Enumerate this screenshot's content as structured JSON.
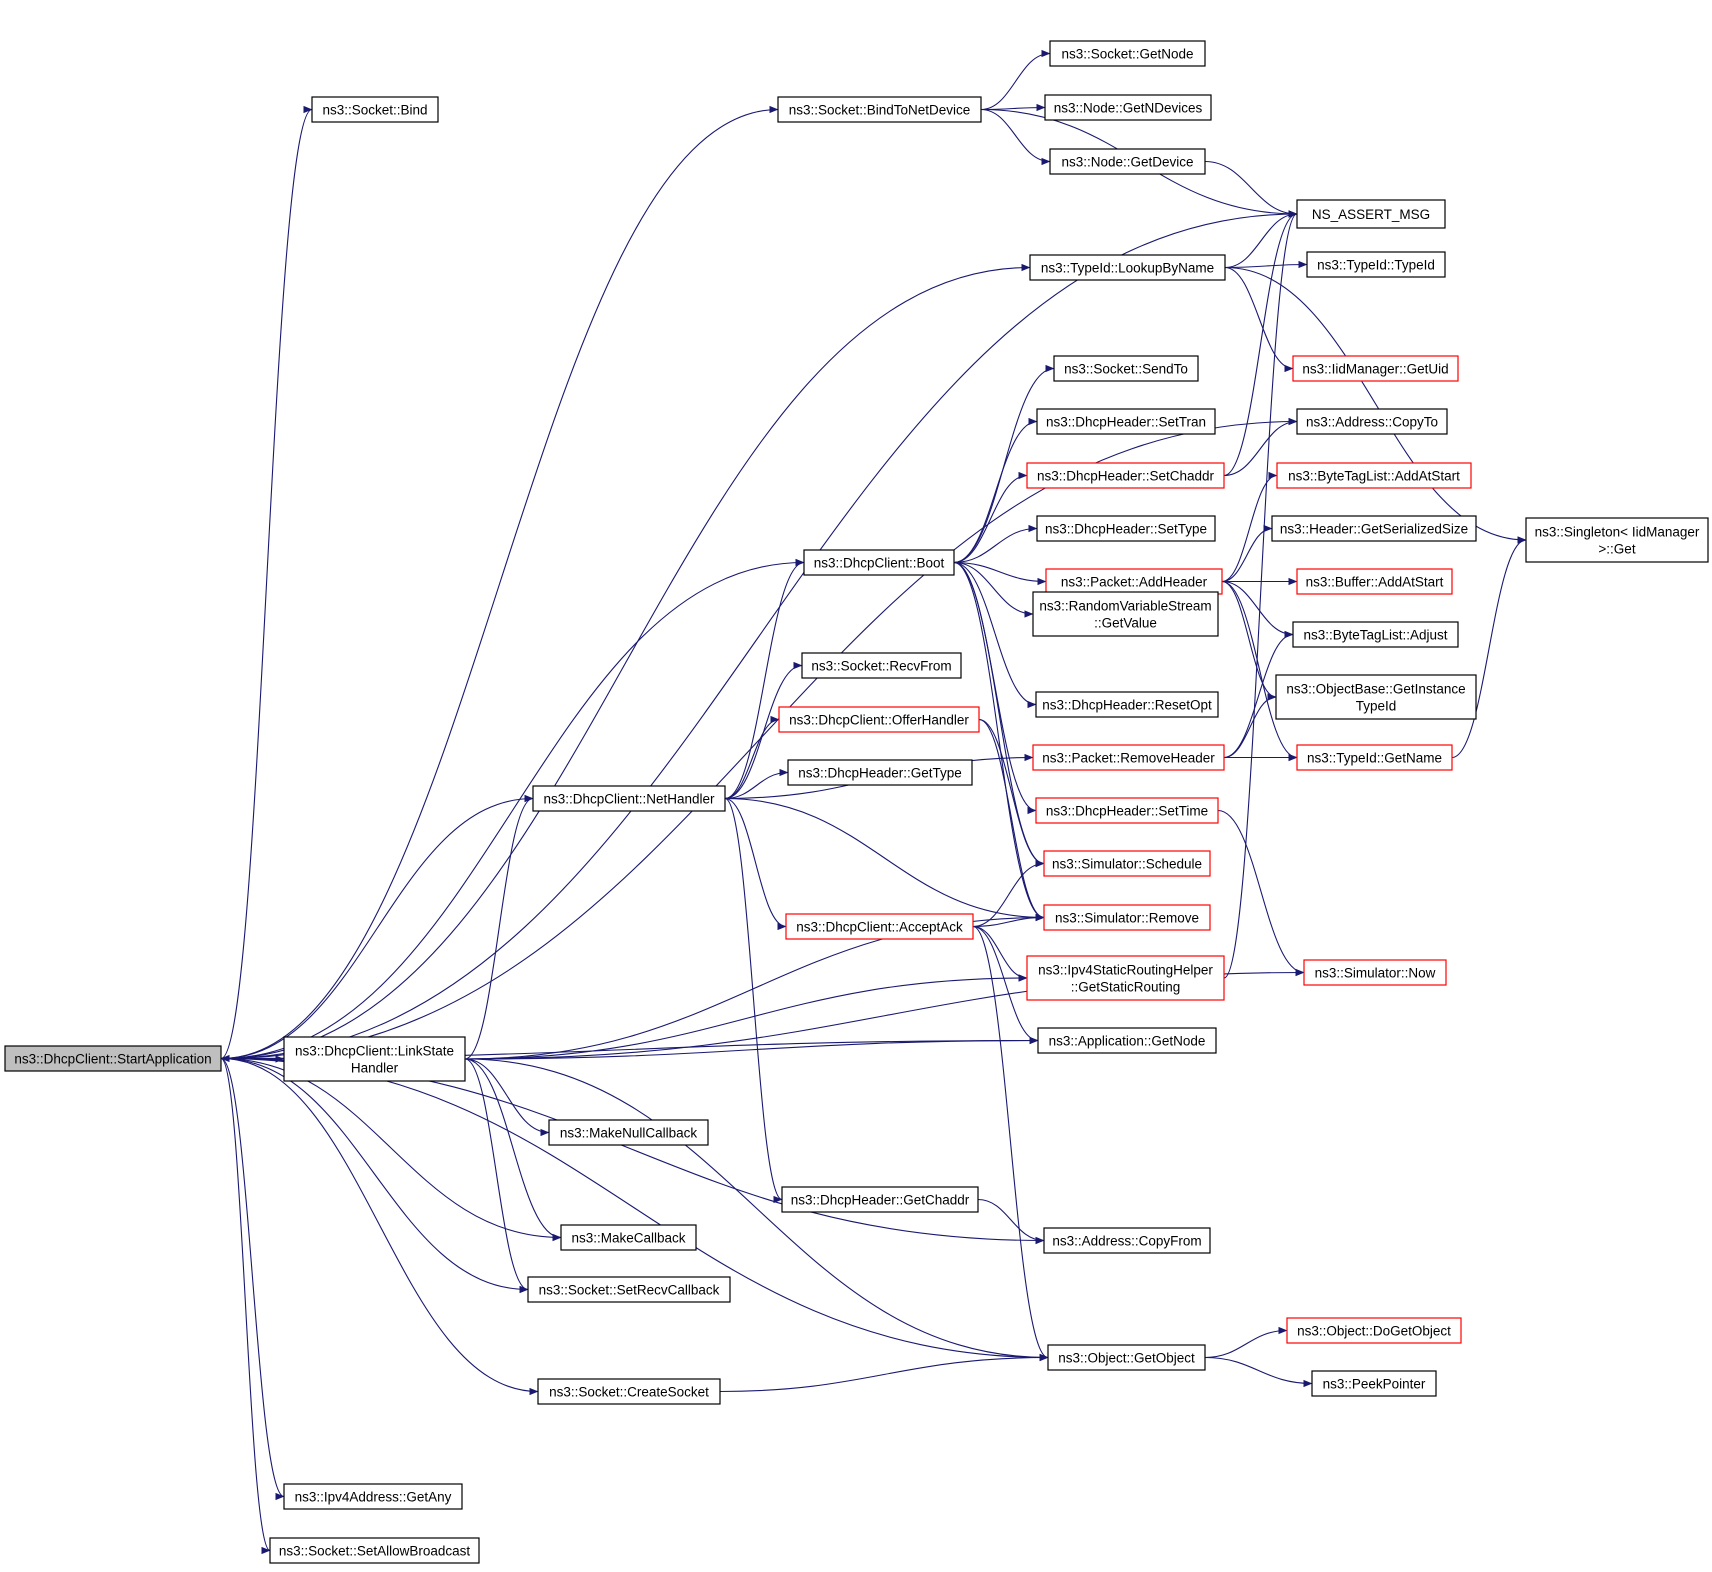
{
  "colors": {
    "edge": "#191970",
    "border_normal": "#000000",
    "border_truncated": "#ff0000",
    "root_fill": "#bfbfbf",
    "node_fill": "#ffffff"
  },
  "nodes": [
    {
      "id": "start",
      "lines": [
        "ns3::DhcpClient::StartApplication"
      ],
      "style": "root"
    },
    {
      "id": "bind",
      "lines": [
        "ns3::Socket::Bind"
      ],
      "style": "normal"
    },
    {
      "id": "bindToNetDevice",
      "lines": [
        "ns3::Socket::BindToNetDevice"
      ],
      "style": "normal"
    },
    {
      "id": "sockGetNode",
      "lines": [
        "ns3::Socket::GetNode"
      ],
      "style": "normal"
    },
    {
      "id": "nodeGetNDevices",
      "lines": [
        "ns3::Node::GetNDevices"
      ],
      "style": "normal"
    },
    {
      "id": "nodeGetDevice",
      "lines": [
        "ns3::Node::GetDevice"
      ],
      "style": "normal"
    },
    {
      "id": "assert",
      "lines": [
        "NS_ASSERT_MSG"
      ],
      "style": "normal"
    },
    {
      "id": "lookupByName",
      "lines": [
        "ns3::TypeId::LookupByName"
      ],
      "style": "normal"
    },
    {
      "id": "typeIdCtor",
      "lines": [
        "ns3::TypeId::TypeId"
      ],
      "style": "normal"
    },
    {
      "id": "getUid",
      "lines": [
        "ns3::IidManager::GetUid"
      ],
      "style": "truncated"
    },
    {
      "id": "addrCopyTo",
      "lines": [
        "ns3::Address::CopyTo"
      ],
      "style": "normal"
    },
    {
      "id": "singletonGet",
      "lines": [
        "ns3::Singleton< IidManager",
        ">::Get"
      ],
      "style": "normal"
    },
    {
      "id": "sendTo",
      "lines": [
        "ns3::Socket::SendTo"
      ],
      "style": "normal"
    },
    {
      "id": "setTran",
      "lines": [
        "ns3::DhcpHeader::SetTran"
      ],
      "style": "normal"
    },
    {
      "id": "setChaddr",
      "lines": [
        "ns3::DhcpHeader::SetChaddr"
      ],
      "style": "truncated"
    },
    {
      "id": "setType",
      "lines": [
        "ns3::DhcpHeader::SetType"
      ],
      "style": "normal"
    },
    {
      "id": "boot",
      "lines": [
        "ns3::DhcpClient::Boot"
      ],
      "style": "normal"
    },
    {
      "id": "addHeader",
      "lines": [
        "ns3::Packet::AddHeader"
      ],
      "style": "truncated"
    },
    {
      "id": "btlAddAtStart",
      "lines": [
        "ns3::ByteTagList::AddAtStart"
      ],
      "style": "truncated"
    },
    {
      "id": "getSerializedSize",
      "lines": [
        "ns3::Header::GetSerializedSize"
      ],
      "style": "normal"
    },
    {
      "id": "bufAddAtStart",
      "lines": [
        "ns3::Buffer::AddAtStart"
      ],
      "style": "truncated"
    },
    {
      "id": "btlAdjust",
      "lines": [
        "ns3::ByteTagList::Adjust"
      ],
      "style": "normal"
    },
    {
      "id": "rvsGetValue",
      "lines": [
        "ns3::RandomVariableStream",
        "::GetValue"
      ],
      "style": "normal"
    },
    {
      "id": "getInstanceTypeId",
      "lines": [
        "ns3::ObjectBase::GetInstance",
        "TypeId"
      ],
      "style": "normal"
    },
    {
      "id": "recvFrom",
      "lines": [
        "ns3::Socket::RecvFrom"
      ],
      "style": "normal"
    },
    {
      "id": "resetOpt",
      "lines": [
        "ns3::DhcpHeader::ResetOpt"
      ],
      "style": "normal"
    },
    {
      "id": "offerHandler",
      "lines": [
        "ns3::DhcpClient::OfferHandler"
      ],
      "style": "truncated"
    },
    {
      "id": "removeHeader",
      "lines": [
        "ns3::Packet::RemoveHeader"
      ],
      "style": "truncated"
    },
    {
      "id": "typeIdGetName",
      "lines": [
        "ns3::TypeId::GetName"
      ],
      "style": "truncated"
    },
    {
      "id": "getType",
      "lines": [
        "ns3::DhcpHeader::GetType"
      ],
      "style": "normal"
    },
    {
      "id": "netHandler",
      "lines": [
        "ns3::DhcpClient::NetHandler"
      ],
      "style": "normal"
    },
    {
      "id": "setTime",
      "lines": [
        "ns3::DhcpHeader::SetTime"
      ],
      "style": "truncated"
    },
    {
      "id": "schedule",
      "lines": [
        "ns3::Simulator::Schedule"
      ],
      "style": "truncated"
    },
    {
      "id": "acceptAck",
      "lines": [
        "ns3::DhcpClient::AcceptAck"
      ],
      "style": "truncated"
    },
    {
      "id": "simRemove",
      "lines": [
        "ns3::Simulator::Remove"
      ],
      "style": "truncated"
    },
    {
      "id": "getStaticRouting",
      "lines": [
        "ns3::Ipv4StaticRoutingHelper",
        "::GetStaticRouting"
      ],
      "style": "truncated"
    },
    {
      "id": "simNow",
      "lines": [
        "ns3::Simulator::Now"
      ],
      "style": "truncated"
    },
    {
      "id": "appGetNode",
      "lines": [
        "ns3::Application::GetNode"
      ],
      "style": "normal"
    },
    {
      "id": "linkState",
      "lines": [
        "ns3::DhcpClient::LinkState",
        "Handler"
      ],
      "style": "normal"
    },
    {
      "id": "makeNullCallback",
      "lines": [
        "ns3::MakeNullCallback"
      ],
      "style": "normal"
    },
    {
      "id": "getChaddr",
      "lines": [
        "ns3::DhcpHeader::GetChaddr"
      ],
      "style": "normal"
    },
    {
      "id": "makeCallback",
      "lines": [
        "ns3::MakeCallback"
      ],
      "style": "normal"
    },
    {
      "id": "addrCopyFrom",
      "lines": [
        "ns3::Address::CopyFrom"
      ],
      "style": "normal"
    },
    {
      "id": "setRecvCallback",
      "lines": [
        "ns3::Socket::SetRecvCallback"
      ],
      "style": "normal"
    },
    {
      "id": "doGetObject",
      "lines": [
        "ns3::Object::DoGetObject"
      ],
      "style": "truncated"
    },
    {
      "id": "getObject",
      "lines": [
        "ns3::Object::GetObject"
      ],
      "style": "normal"
    },
    {
      "id": "peekPointer",
      "lines": [
        "ns3::PeekPointer"
      ],
      "style": "normal"
    },
    {
      "id": "createSocket",
      "lines": [
        "ns3::Socket::CreateSocket"
      ],
      "style": "normal"
    },
    {
      "id": "getAny",
      "lines": [
        "ns3::Ipv4Address::GetAny"
      ],
      "style": "normal"
    },
    {
      "id": "setAllowBroadcast",
      "lines": [
        "ns3::Socket::SetAllowBroadcast"
      ],
      "style": "normal"
    }
  ],
  "edges": [
    [
      "start",
      "bind"
    ],
    [
      "start",
      "bindToNetDevice"
    ],
    [
      "start",
      "assert"
    ],
    [
      "start",
      "lookupByName"
    ],
    [
      "start",
      "addrCopyTo"
    ],
    [
      "start",
      "boot"
    ],
    [
      "start",
      "netHandler"
    ],
    [
      "start",
      "appGetNode"
    ],
    [
      "start",
      "linkState"
    ],
    [
      "start",
      "makeCallback"
    ],
    [
      "start",
      "setRecvCallback"
    ],
    [
      "start",
      "addrCopyFrom"
    ],
    [
      "start",
      "createSocket"
    ],
    [
      "start",
      "getObject"
    ],
    [
      "start",
      "getAny"
    ],
    [
      "start",
      "setAllowBroadcast"
    ],
    [
      "bindToNetDevice",
      "sockGetNode"
    ],
    [
      "bindToNetDevice",
      "nodeGetNDevices"
    ],
    [
      "bindToNetDevice",
      "nodeGetDevice"
    ],
    [
      "bindToNetDevice",
      "assert"
    ],
    [
      "nodeGetDevice",
      "assert"
    ],
    [
      "lookupByName",
      "assert"
    ],
    [
      "lookupByName",
      "typeIdCtor"
    ],
    [
      "lookupByName",
      "getUid"
    ],
    [
      "lookupByName",
      "singletonGet"
    ],
    [
      "boot",
      "sendTo"
    ],
    [
      "boot",
      "setTran"
    ],
    [
      "boot",
      "setChaddr"
    ],
    [
      "boot",
      "setType"
    ],
    [
      "boot",
      "addHeader"
    ],
    [
      "boot",
      "rvsGetValue"
    ],
    [
      "boot",
      "resetOpt"
    ],
    [
      "boot",
      "setTime"
    ],
    [
      "boot",
      "schedule"
    ],
    [
      "boot",
      "simRemove"
    ],
    [
      "setChaddr",
      "addrCopyTo"
    ],
    [
      "setChaddr",
      "assert"
    ],
    [
      "addHeader",
      "btlAddAtStart"
    ],
    [
      "addHeader",
      "getSerializedSize"
    ],
    [
      "addHeader",
      "bufAddAtStart"
    ],
    [
      "addHeader",
      "btlAdjust"
    ],
    [
      "addHeader",
      "getInstanceTypeId"
    ],
    [
      "addHeader",
      "typeIdGetName"
    ],
    [
      "removeHeader",
      "btlAdjust"
    ],
    [
      "removeHeader",
      "getInstanceTypeId"
    ],
    [
      "removeHeader",
      "typeIdGetName"
    ],
    [
      "typeIdGetName",
      "singletonGet"
    ],
    [
      "netHandler",
      "boot"
    ],
    [
      "netHandler",
      "recvFrom"
    ],
    [
      "netHandler",
      "offerHandler"
    ],
    [
      "netHandler",
      "getType"
    ],
    [
      "netHandler",
      "removeHeader"
    ],
    [
      "netHandler",
      "acceptAck"
    ],
    [
      "netHandler",
      "simRemove"
    ],
    [
      "netHandler",
      "getChaddr"
    ],
    [
      "offerHandler",
      "schedule"
    ],
    [
      "offerHandler",
      "simRemove"
    ],
    [
      "acceptAck",
      "schedule"
    ],
    [
      "acceptAck",
      "simRemove"
    ],
    [
      "acceptAck",
      "getStaticRouting"
    ],
    [
      "acceptAck",
      "appGetNode"
    ],
    [
      "acceptAck",
      "getObject"
    ],
    [
      "getStaticRouting",
      "assert"
    ],
    [
      "setTime",
      "simNow"
    ],
    [
      "linkState",
      "start"
    ],
    [
      "linkState",
      "netHandler"
    ],
    [
      "linkState",
      "simRemove"
    ],
    [
      "linkState",
      "getStaticRouting"
    ],
    [
      "linkState",
      "appGetNode"
    ],
    [
      "linkState",
      "simNow"
    ],
    [
      "linkState",
      "makeNullCallback"
    ],
    [
      "linkState",
      "makeCallback"
    ],
    [
      "linkState",
      "setRecvCallback"
    ],
    [
      "linkState",
      "getObject"
    ],
    [
      "getChaddr",
      "addrCopyFrom"
    ],
    [
      "createSocket",
      "getObject"
    ],
    [
      "getObject",
      "doGetObject"
    ],
    [
      "getObject",
      "peekPointer"
    ]
  ]
}
